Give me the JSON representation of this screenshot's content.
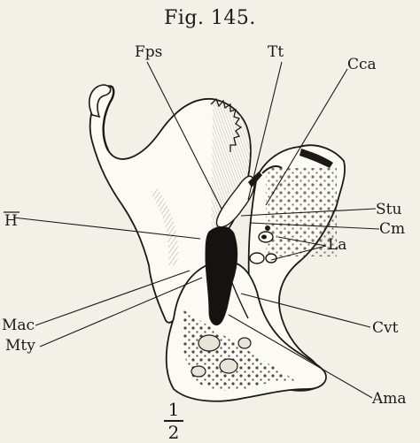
{
  "figure": {
    "title": "Fig. 145.",
    "scale": {
      "numerator": "1",
      "denominator": "2"
    }
  },
  "labels": {
    "fps": "Fps",
    "tt": "Tt",
    "cca": "Cca",
    "stu": "Stu",
    "cm": "Cm",
    "la": "La",
    "h": "H",
    "mac": "Mac",
    "mty": "Mty",
    "cvt": "Cvt",
    "ama": "Ama"
  }
}
